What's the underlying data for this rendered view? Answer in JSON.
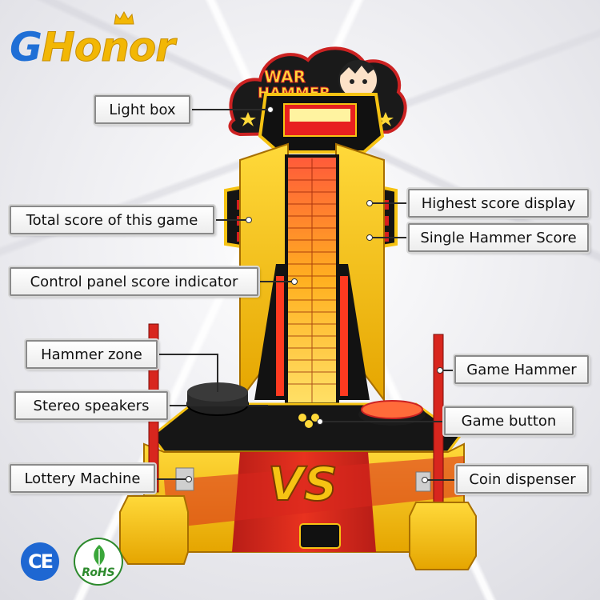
{
  "brand": {
    "first_letter": "G",
    "rest": "Honor"
  },
  "machine": {
    "sign_text_line1": "WAR",
    "sign_text_line2": "HAMMER",
    "center_text": "VS"
  },
  "labels": {
    "light_box": "Light box",
    "total_score": "Total score of this game",
    "control_panel": "Control panel score indicator",
    "hammer_zone": "Hammer zone",
    "stereo_speakers": "Stereo speakers",
    "lottery_machine": "Lottery Machine",
    "highest_score": "Highest score display",
    "single_hammer": "Single Hammer Score",
    "game_hammer": "Game Hammer",
    "game_button": "Game button",
    "coin_dispenser": "Coin dispenser"
  },
  "badges": {
    "ce": "CE",
    "rohs": "RoHS"
  },
  "colors": {
    "cabinet_yellow": "#f6c313",
    "cabinet_red": "#d8261e",
    "panel_black": "#151515",
    "brand_blue": "#1f6fd6",
    "brand_gold": "#f2b705"
  }
}
